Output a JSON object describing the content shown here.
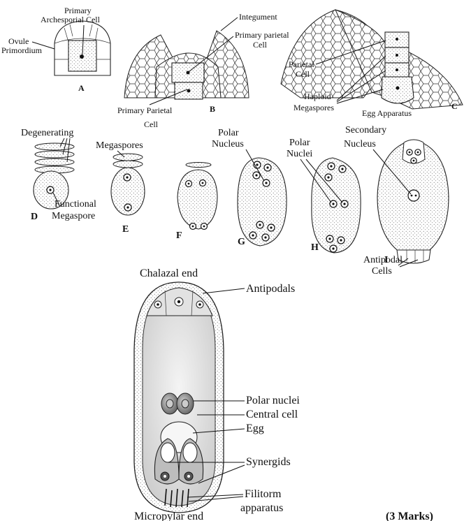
{
  "top_row": {
    "A": {
      "letter": "A",
      "primary_archesporial": [
        "Primary",
        "Archesporial Cell"
      ],
      "ovule_primordium": [
        "Ovule",
        "Primordium"
      ]
    },
    "B": {
      "letter": "B",
      "integument": "Integument",
      "primary_parietal_right": [
        "Primary parietal",
        "Cell"
      ],
      "primary_parietal_bottom": [
        "Primary Parietal",
        "Cell"
      ]
    },
    "C": {
      "letter": "C",
      "parietal_cell": [
        "Parietal",
        "Cell"
      ],
      "haploid_megaspores": [
        "Haploid",
        "Megaspores"
      ],
      "egg_apparatus": "Egg Apparatus"
    }
  },
  "middle_row": {
    "D": {
      "letter": "D",
      "degenerating": "Degenerating",
      "functional_megaspore": [
        "Functional",
        "Megaspore"
      ]
    },
    "E": {
      "letter": "E",
      "megaspores": "Megaspores"
    },
    "F": {
      "letter": "F"
    },
    "G": {
      "letter": "G",
      "polar_nucleus": [
        "Polar",
        "Nucleus"
      ]
    },
    "H": {
      "letter": "H",
      "polar_nuclei": [
        "Polar",
        "Nuclei"
      ]
    },
    "I": {
      "letter": "I",
      "secondary_nucleus": [
        "Secondary",
        "Nucleus"
      ],
      "antipodal_cells": [
        "Antipodal",
        "Cells"
      ]
    }
  },
  "embryo_sac": {
    "chalazal_end": "Chalazal end",
    "antipodals": "Antipodals",
    "polar_nuclei": "Polar nuclei",
    "central_cell": "Central cell",
    "egg": "Egg",
    "synergids": "Synergids",
    "filiform": [
      "Filitorm",
      "apparatus"
    ],
    "micropylar_end": "Micropylar end"
  },
  "marks": "(3 Marks)"
}
